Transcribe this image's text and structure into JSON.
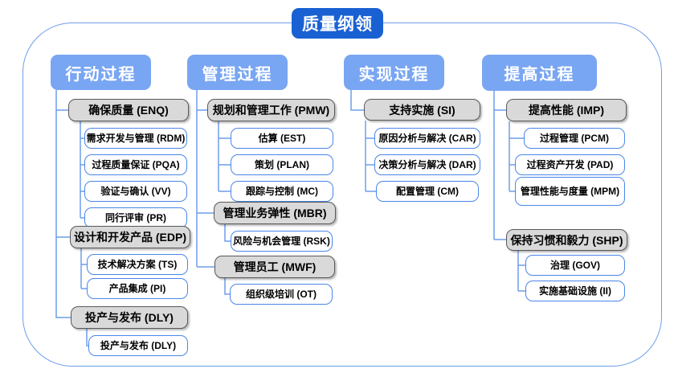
{
  "title": "质量纲领",
  "columns": [
    {
      "header": "行动过程",
      "groups": [
        {
          "label": "确保质量 (ENQ)",
          "children": [
            "需求开发与管理 (RDM)",
            "过程质量保证 (PQA)",
            "验证与确认 (VV)",
            "同行评审 (PR)"
          ]
        },
        {
          "label": "设计和开发产品 (EDP)",
          "children": [
            "技术解决方案 (TS)",
            "产品集成 (PI)"
          ]
        },
        {
          "label": "投产与发布 (DLY)",
          "children": [
            "投产与发布 (DLY)"
          ]
        }
      ]
    },
    {
      "header": "管理过程",
      "groups": [
        {
          "label": "规划和管理工作 (PMW)",
          "children": [
            "估算 (EST)",
            "策划 (PLAN)",
            "跟踪与控制 (MC)"
          ]
        },
        {
          "label": "管理业务弹性 (MBR)",
          "children": [
            "风险与机会管理 (RSK)"
          ]
        },
        {
          "label": "管理员工 (MWF)",
          "children": [
            "组织级培训 (OT)"
          ]
        }
      ]
    },
    {
      "header": "实现过程",
      "groups": [
        {
          "label": "支持实施 (SI)",
          "children": [
            "原因分析与解决 (CAR)",
            "决策分析与解决 (DAR)",
            "配置管理 (CM)"
          ]
        }
      ]
    },
    {
      "header": "提高过程",
      "groups": [
        {
          "label": "提高性能 (IMP)",
          "children": [
            "过程管理 (PCM)",
            "过程资产开发 (PAD)",
            "管理性能与度量 (MPM)"
          ]
        },
        {
          "label": "保持习惯和毅力 (SHP)",
          "children": [
            "治理 (GOV)",
            "实施基础设施 (II)"
          ]
        }
      ]
    }
  ],
  "colors": {
    "title_bg": "#1961d3",
    "header_bg": "#79a6f2",
    "gray_fill": "#d9d9d9",
    "gray_border": "#595959",
    "node_border": "#4a86e8",
    "line": "#6d9eeb",
    "frame": "#6d9eeb"
  }
}
